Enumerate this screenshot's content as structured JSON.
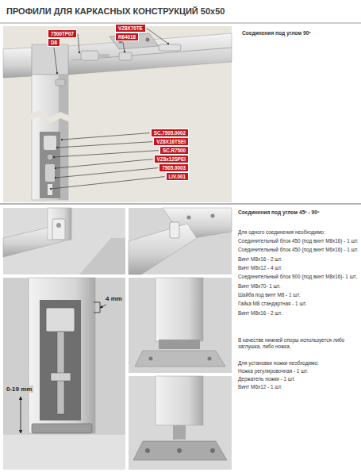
{
  "diagram": {
    "title": "ПРОФИЛИ ДЛЯ КАРКАСНЫХ КОНСТРУКЦИЙ 50x50",
    "nodes": [
      {
        "text": [
          "7500TP07"
        ]
      },
      {
        "text": [
          "D8"
        ]
      },
      {
        "text": [
          "VZ8X70TE"
        ]
      },
      {
        "text": [
          "R64018"
        ]
      },
      {
        "text": [
          "SC.7505.0002"
        ]
      },
      {
        "text": [
          "VZ8X16TSEI"
        ]
      },
      {
        "text": [
          "SC.R7500"
        ]
      },
      {
        "text": [
          "VZ8x12SPEI"
        ]
      },
      {
        "text": [
          "7505.0003"
        ]
      },
      {
        "text": [
          "LIV.001"
        ]
      }
    ],
    "labels": [
      "Соединения под углом 90º",
      "Соединения под углом 45º - 90º",
      "Для одного соединения необходимо:",
      "Соединительный блок 450 (под винт M8x16) - 1 шт.",
      "Соединительный блок 450 (под винт M6x16) - 1 шт.",
      "Винт M8x16 - 2 шт.",
      "Винт M8x12 - 4 шт.",
      "Соединительный блок 900 (под винт M8x16)- 1 шт.",
      "Винт M8x70- 1 шт.",
      "Шайба под винт M8 - 1 шт.",
      "Гайка M8 стандартная - 1 шт.",
      "Винт M8x16 - 2 шт.",
      "В качестве нижней опоры используется либо заглушка, либо ножка.",
      "Для установки ножки необходимо:",
      "Ножка регулировочная - 1 шт.",
      "Держатель ножки - 1 шт.",
      "Винт M6x12 - 1 шт.",
      "4 mm",
      "0-19 mm"
    ]
  }
}
